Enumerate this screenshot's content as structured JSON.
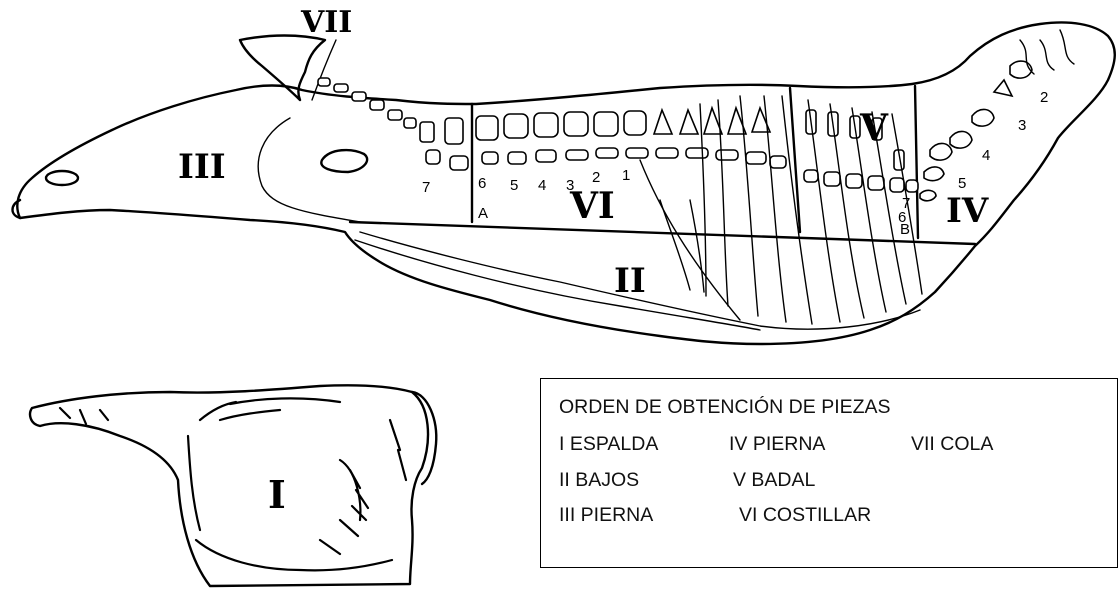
{
  "diagram": {
    "labels": {
      "region_i": "I",
      "region_ii": "II",
      "region_iii": "III",
      "region_iv": "IV",
      "region_v": "V",
      "region_vi": "VI",
      "region_vii": "VII",
      "point_a": "A",
      "point_b": "B"
    },
    "vertebra_numbers_front": [
      "7",
      "6",
      "5",
      "4",
      "3",
      "2",
      "1"
    ],
    "vertebra_numbers_back": [
      "7",
      "6",
      "5",
      "4",
      "3",
      "2"
    ]
  },
  "legend": {
    "title": "ORDEN DE OBTENCIÓN DE PIEZAS",
    "rows": [
      [
        "I ESPALDA",
        "IV PIERNA",
        "VII COLA"
      ],
      [
        "II BAJOS",
        "V BADAL",
        ""
      ],
      [
        "III PIERNA",
        "VI COSTILLAR",
        ""
      ]
    ]
  }
}
